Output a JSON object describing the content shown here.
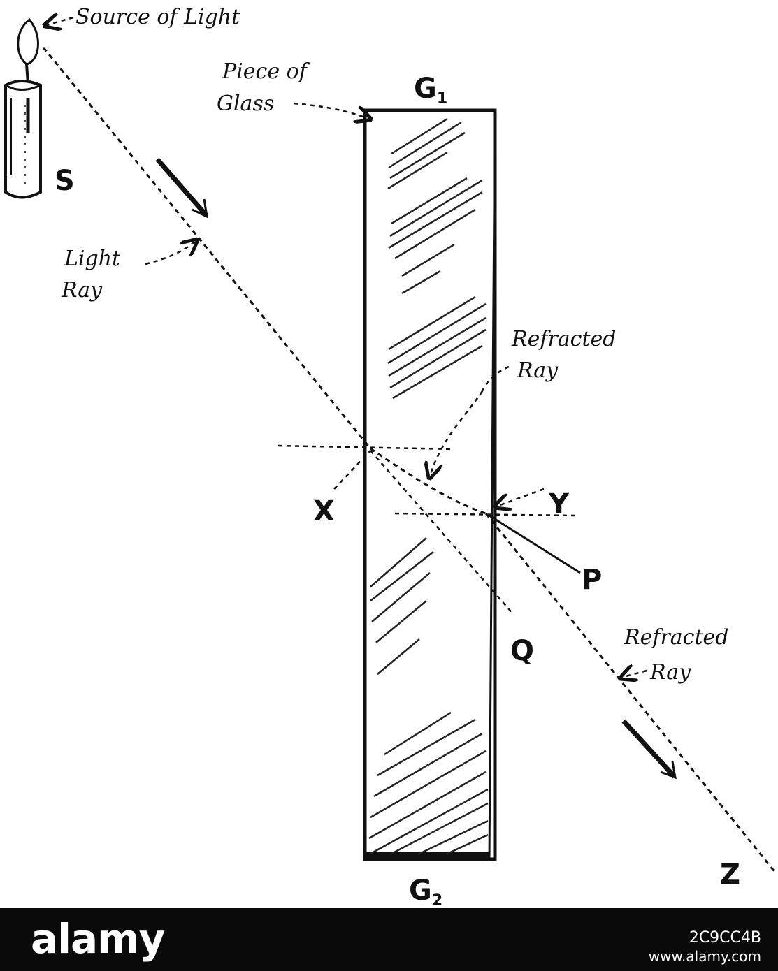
{
  "labels": {
    "source": "Source of Light",
    "candle": "S",
    "glass_line1": "Piece of",
    "glass_line2": "Glass",
    "g1_main": "G",
    "g1_sub": "1",
    "g2_main": "G",
    "g2_sub": "2",
    "light_ray_line1": "Light",
    "light_ray_line2": "Ray",
    "refracted_top_line1": "Refracted",
    "refracted_top_line2": "Ray",
    "refracted_bottom_line1": "Refracted",
    "refracted_bottom_line2": "Ray",
    "point_x": "X",
    "point_y": "Y",
    "point_p": "P",
    "point_q": "Q",
    "point_z": "Z"
  },
  "watermark": {
    "logo": "alamy",
    "image_id": "2C9CC4B",
    "url": "www.alamy.com"
  },
  "colors": {
    "ink": "#111111",
    "paper": "#ffffff",
    "banner": "#0a0a0a"
  }
}
